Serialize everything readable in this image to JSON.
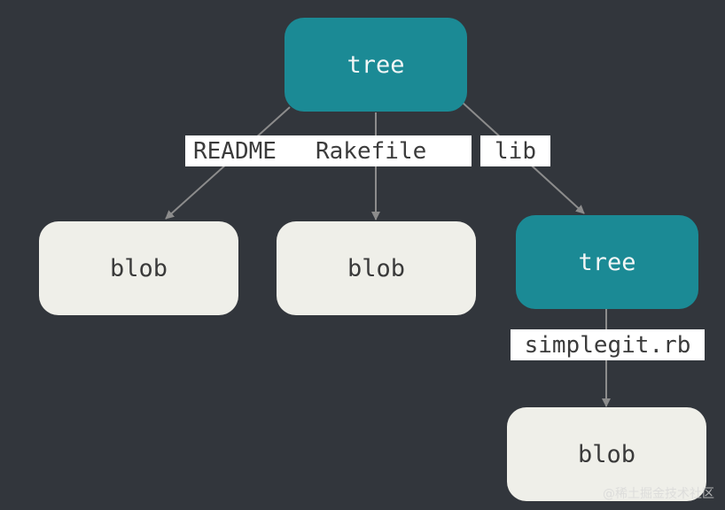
{
  "colors": {
    "background": "#32363c",
    "tree": "#1b8a95",
    "blob": "#efefe9",
    "edge": "#8c8c8c"
  },
  "nodes": {
    "root_tree": {
      "label": "tree"
    },
    "readme_blob": {
      "label": "blob"
    },
    "rakefile_blob": {
      "label": "blob"
    },
    "lib_tree": {
      "label": "tree"
    },
    "simplegit_blob": {
      "label": "blob"
    }
  },
  "edges": {
    "readme": {
      "label": "README"
    },
    "rakefile": {
      "label": "Rakefile"
    },
    "lib": {
      "label": "lib"
    },
    "simplegit": {
      "label": "simplegit.rb"
    }
  },
  "watermark": "@稀土掘金技术社区"
}
